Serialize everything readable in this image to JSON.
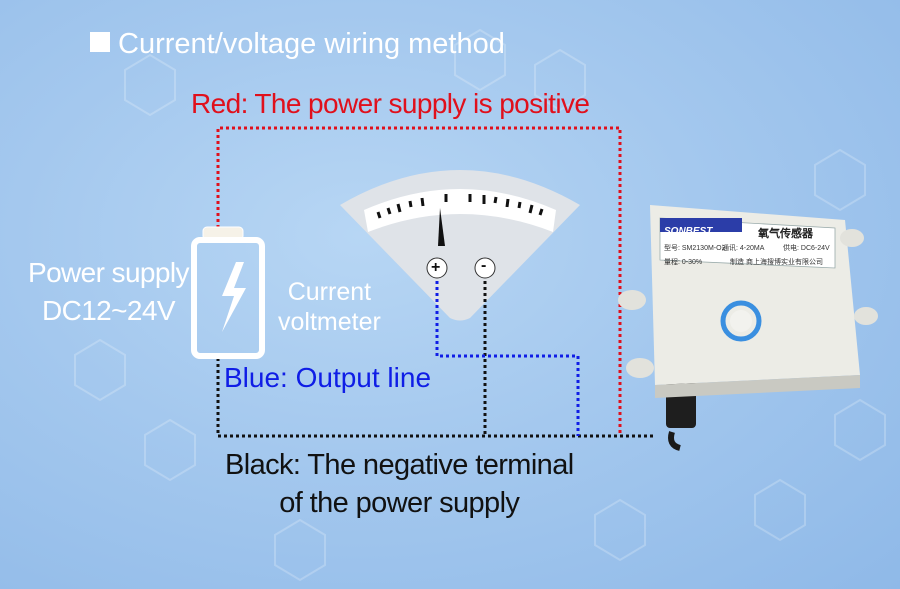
{
  "title": "Current/voltage wiring method",
  "labels": {
    "red": "Red: The power supply is positive",
    "power_supply_line1": "Power supply",
    "power_supply_line2": "DC12~24V",
    "meter_line1": "Current",
    "meter_line2": "voltmeter",
    "plus": "+",
    "minus": "-",
    "blue": "Blue: Output line",
    "black_line1": "Black: The negative terminal",
    "black_line2": "of the power supply"
  },
  "sensor": {
    "brand": "SONBEST",
    "name": "氧气传感器",
    "model": "型号: SM2130M-O2",
    "output": "通讯: 4-20MA",
    "supply": "供电: DC6-24V",
    "range": "量程: 0-30%",
    "maker": "制造 商上海搜博实业有限公司"
  },
  "colors": {
    "red_wire": "#e0101c",
    "blue_wire": "#0f1de6",
    "black_wire": "#111111",
    "background": "#a4c8ee",
    "sensor_body": "#ecece6",
    "sensor_ring": "#3a8fe0"
  }
}
